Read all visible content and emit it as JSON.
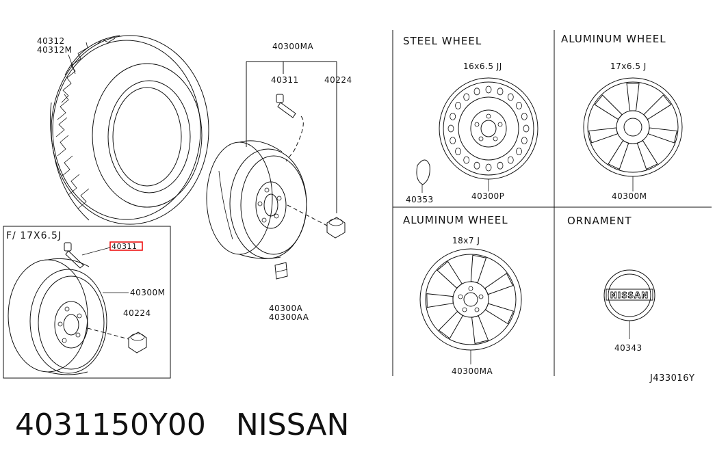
{
  "labels": {
    "tire": "40312",
    "tire_alt": "40312M",
    "wheel_assy": "40300MA",
    "valve": "40311",
    "nut": "40224",
    "weight_a": "40300A",
    "weight_aa": "40300AA",
    "inset_title": "F/ 17X6.5J",
    "inset_valve": "40311",
    "inset_wheel": "40300M",
    "inset_nut": "40224",
    "steel_title": "STEEL WHEEL",
    "steel_size": "16x6.5 JJ",
    "steel_part": "40300P",
    "steel_cap": "40353",
    "alu1_title": "ALUMINUM WHEEL",
    "alu1_size": "17x6.5 J",
    "alu1_part": "40300M",
    "alu2_title": "ALUMINUM WHEEL",
    "alu2_size": "18x7 J",
    "alu2_part": "40300MA",
    "orn_title": "ORNAMENT",
    "orn_part": "40343",
    "orn_logo": "NISSAN",
    "diagram_code": "J433016Y"
  },
  "caption": {
    "part_number": "4031150Y00",
    "brand": "NISSAN"
  },
  "colors": {
    "ink": "#111111",
    "highlight": "#ee1111"
  }
}
